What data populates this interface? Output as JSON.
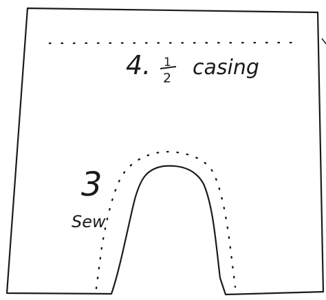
{
  "casing_label": {
    "step": "4.",
    "fraction_numerator": "1",
    "fraction_denominator": "2",
    "word": "casing"
  },
  "sew_label": {
    "step": "3",
    "word": "Sew"
  },
  "colors": {
    "ink": "#1a1a1a",
    "paper": "#ffffff"
  }
}
